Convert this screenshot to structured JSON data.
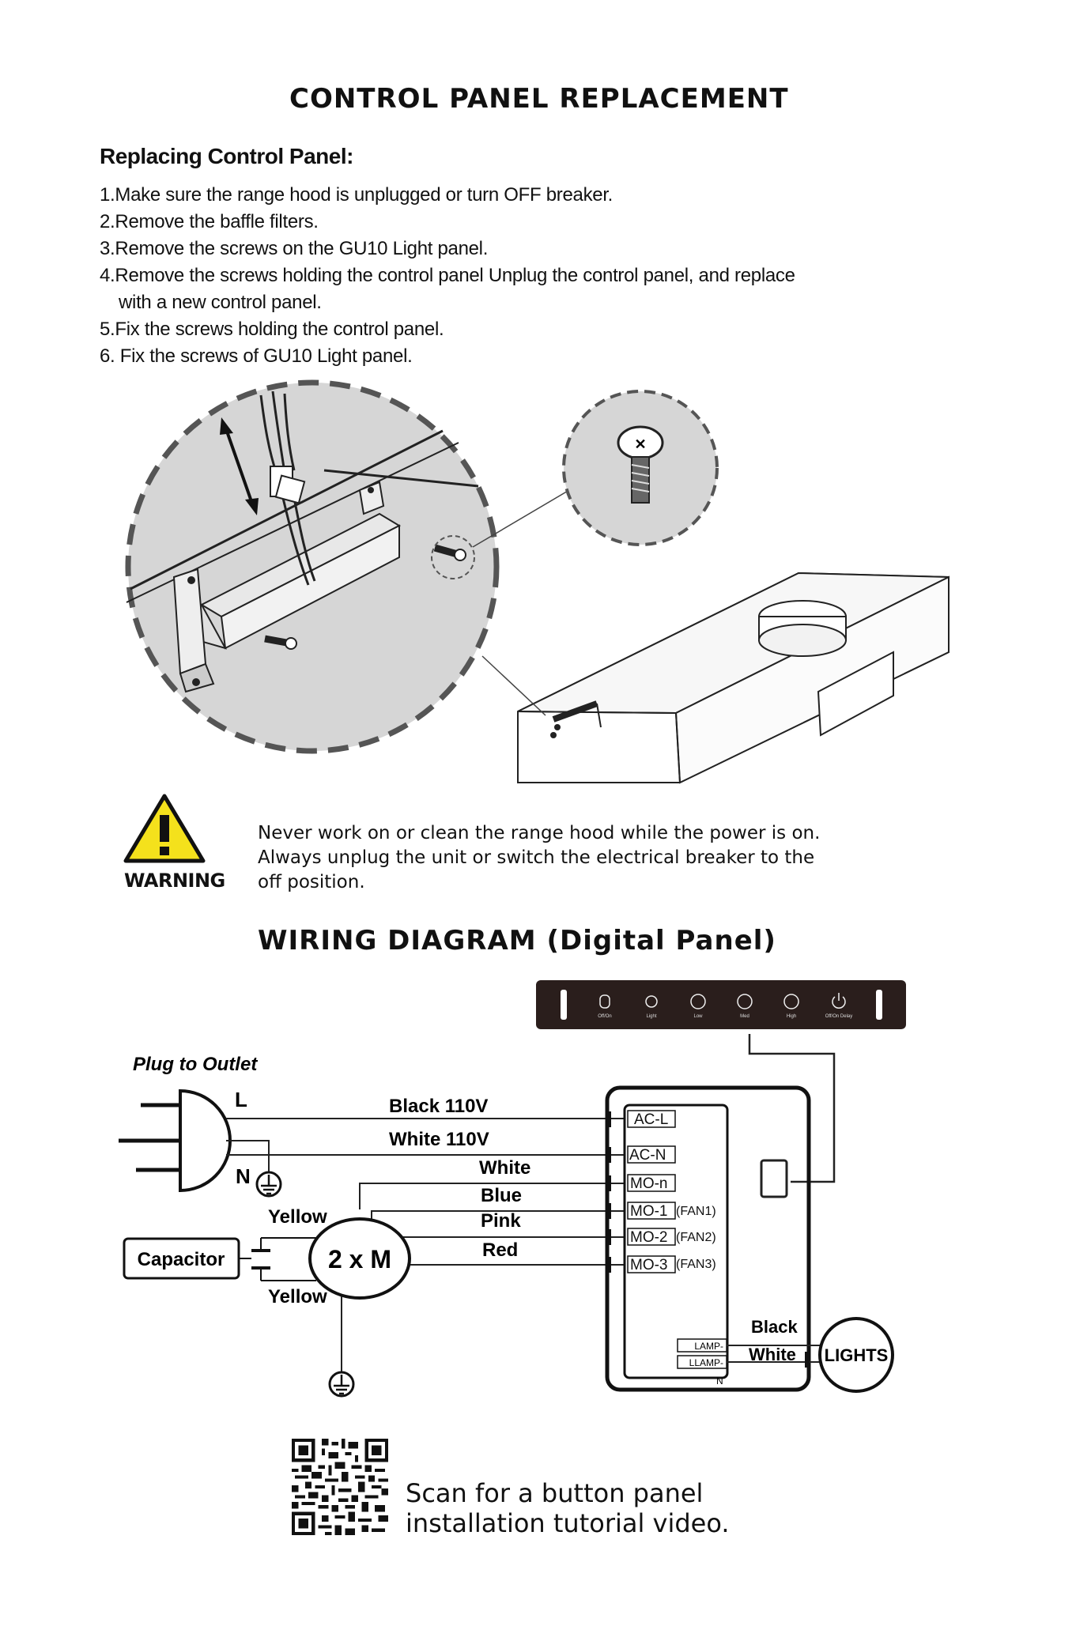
{
  "page_title": "CONTROL PANEL REPLACEMENT",
  "section_title": "Replacing Control Panel:",
  "steps": [
    "1.Make sure the range hood is unplugged or turn OFF breaker.",
    "2.Remove the baffle filters.",
    "3.Remove the screws on the GU10 Light panel.",
    "4.Remove the screws holding the control panel Unplug the control panel, and replace",
    "with a new control panel.",
    "5.Fix the screws holding the control panel.",
    "6. Fix the screws of GU10 Light panel."
  ],
  "warning": {
    "label": "WARNING",
    "lines": [
      "Never work on or clean the range hood while the power is on.",
      "Always unplug the unit or switch the electrical breaker to the",
      "off position."
    ]
  },
  "wiring_title": "WIRING DIAGRAM (Digital Panel)",
  "panel_buttons": [
    "Off/On",
    "Light",
    "Low",
    "Med",
    "High",
    "Off/On Delay"
  ],
  "wiring": {
    "plug_label": "Plug to Outlet",
    "L": "L",
    "N": "N",
    "black_110": "Black 110V",
    "white_110": "White 110V",
    "white": "White",
    "blue": "Blue",
    "pink": "Pink",
    "red": "Red",
    "yellow_top": "Yellow",
    "yellow_bottom": "Yellow",
    "capacitor": "Capacitor",
    "motor": "2 x M",
    "terminals": [
      "AC-L",
      "AC-N",
      "MO-n",
      "MO-1",
      "MO-2",
      "MO-3"
    ],
    "fan_labels": [
      "(FAN1)",
      "(FAN2)",
      "(FAN3)"
    ],
    "lamp": "LAMP-",
    "llamp": "LLAMP-",
    "n_small": "N",
    "lights_black": "Black",
    "lights_white": "White",
    "lights": "LIGHTS"
  },
  "qr_text": [
    "Scan for a button panel",
    "installation tutorial video."
  ],
  "colors": {
    "warning_yellow": "#f4e11c",
    "panel_dark": "#2a1e1c",
    "circle_gray": "#d6d6d6"
  }
}
